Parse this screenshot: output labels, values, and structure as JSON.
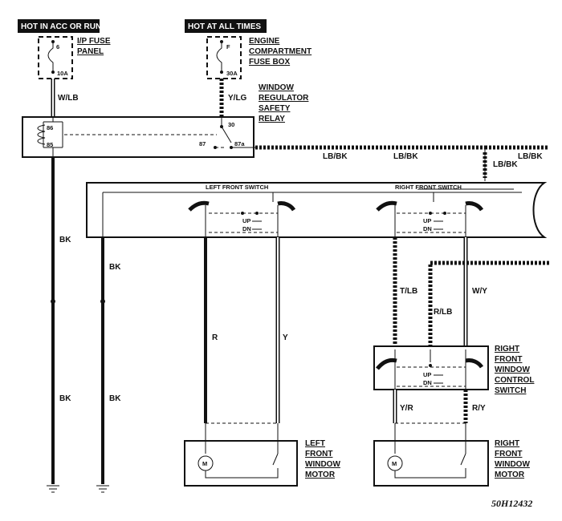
{
  "headers": {
    "hot_acc_run": "HOT IN ACC OR RUN",
    "hot_all_times": "HOT AT ALL TIMES"
  },
  "ip_fuse": {
    "number": "6",
    "rating": "10A",
    "title_line1": "I/P FUSE",
    "title_line2": "PANEL"
  },
  "engine_fuse": {
    "number": "F",
    "rating": "30A",
    "title_line1": "ENGINE",
    "title_line2": "COMPARTMENT",
    "title_line3": "FUSE BOX"
  },
  "relay": {
    "title_line1": "WINDOW",
    "title_line2": "REGULATOR",
    "title_line3": "SAFETY",
    "title_line4": "RELAY",
    "pin_86": "86",
    "pin_85": "85",
    "pin_30": "30",
    "pin_87": "87",
    "pin_87a": "87a"
  },
  "wires": {
    "w_lb": "W/LB",
    "y_lg": "Y/LG",
    "lb_bk": "LB/BK",
    "bk": "BK",
    "r": "R",
    "y": "Y",
    "t_lb": "T/LB",
    "r_lb": "R/LB",
    "w_y": "W/Y",
    "y_r": "Y/R",
    "r_y": "R/Y"
  },
  "switches": {
    "left_front": "LEFT FRONT SWITCH",
    "right_front": "RIGHT FRONT SWITCH",
    "up": "UP",
    "dn": "DN"
  },
  "rf_control": {
    "title_line1": "RIGHT",
    "title_line2": "FRONT",
    "title_line3": "WINDOW",
    "title_line4": "CONTROL",
    "title_line5": "SWITCH"
  },
  "lf_motor": {
    "title_line1": "LEFT",
    "title_line2": "FRONT",
    "title_line3": "WINDOW",
    "title_line4": "MOTOR",
    "symbol": "M"
  },
  "rf_motor": {
    "title_line1": "RIGHT",
    "title_line2": "FRONT",
    "title_line3": "WINDOW",
    "title_line4": "MOTOR",
    "symbol": "M"
  },
  "figure_id": "50H12432"
}
